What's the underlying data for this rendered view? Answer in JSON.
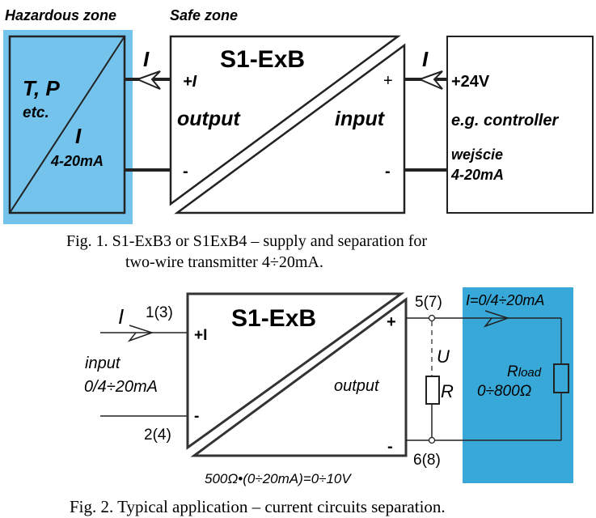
{
  "fig1": {
    "zone_hazardous": "Hazardous zone",
    "zone_safe": "Safe zone",
    "sensor_label1": "T, P",
    "sensor_label2": "etc.",
    "sensor_current": "I",
    "sensor_range": "4-20mA",
    "current_left": "I",
    "current_right": "I",
    "device_title": "S1-ExB",
    "plus_i": "+I",
    "minus_left": "-",
    "output": "output",
    "input": "input",
    "plus_right": "+",
    "minus_right": "-",
    "supply": "+24V",
    "controller": "e.g. controller",
    "controller_input": "wejście",
    "controller_range": "4-20mA",
    "caption_line1": "Fig. 1. S1-ExB3 or S1ExB4 – supply and separation for",
    "caption_line2": "two-wire  transmitter 4÷20mA."
  },
  "fig2": {
    "current": "I",
    "terminal_in_plus": "1(3)",
    "terminal_in_minus": "2(4)",
    "device_title": "S1-ExB",
    "plus_i": "+I",
    "minus_left": "-",
    "input_label": "input",
    "input_range": "0/4÷20mA",
    "output": "output",
    "plus_right": "+",
    "minus_right": "-",
    "terminal_out_plus": "5(7)",
    "terminal_out_minus": "6(8)",
    "voltage": "U",
    "resistor": "R",
    "load_current": "I=0/4÷20mA",
    "load_name": "R",
    "load_sub": "load",
    "load_range": "0÷800Ω",
    "formula": "500Ω•(0÷20mA)=0÷10V",
    "caption": "Fig. 2. Typical application – current circuits separation."
  },
  "colors": {
    "hazard_blue": "#74c3ec",
    "load_blue": "#38a8d8"
  }
}
